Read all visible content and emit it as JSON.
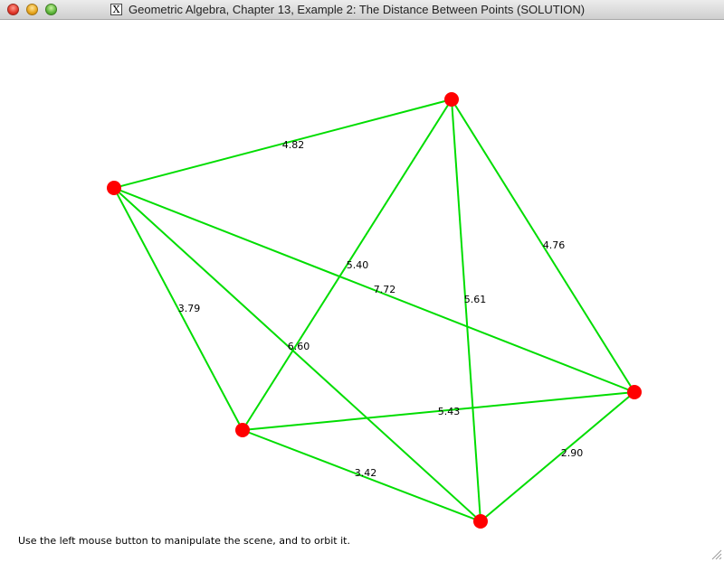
{
  "window": {
    "title": "Geometric Algebra, Chapter 13, Example 2: The Distance Between Points (SOLUTION)",
    "app_icon_glyph": "X",
    "icons": {
      "close": "close-icon",
      "minimize": "minimize-icon",
      "maximize": "maximize-icon",
      "app": "x11-icon",
      "resize": "resize-grip-icon"
    }
  },
  "scene": {
    "colors": {
      "point": "#ff0000",
      "edge": "#00dd00",
      "label": "#000000",
      "background": "#ffffff"
    },
    "points": [
      {
        "id": "p-top"
      },
      {
        "id": "p-left"
      },
      {
        "id": "p-bottom-left"
      },
      {
        "id": "p-bottom"
      },
      {
        "id": "p-right"
      }
    ],
    "edges": [
      {
        "from": "p-left",
        "to": "p-top",
        "distance": "4.82"
      },
      {
        "from": "p-top",
        "to": "p-right",
        "distance": "4.76"
      },
      {
        "from": "p-top",
        "to": "p-bottom-left",
        "distance": "5.40"
      },
      {
        "from": "p-top",
        "to": "p-bottom",
        "distance": "5.61"
      },
      {
        "from": "p-left",
        "to": "p-right",
        "distance": "7.72"
      },
      {
        "from": "p-left",
        "to": "p-bottom-left",
        "distance": "3.79"
      },
      {
        "from": "p-left",
        "to": "p-bottom",
        "distance": "6.60"
      },
      {
        "from": "p-bottom-left",
        "to": "p-right",
        "distance": "5.43"
      },
      {
        "from": "p-bottom-left",
        "to": "p-bottom",
        "distance": "3.42"
      },
      {
        "from": "p-bottom",
        "to": "p-right",
        "distance": "2.90"
      }
    ]
  },
  "instructions": "Use the left mouse button to manipulate the scene, and to orbit it."
}
